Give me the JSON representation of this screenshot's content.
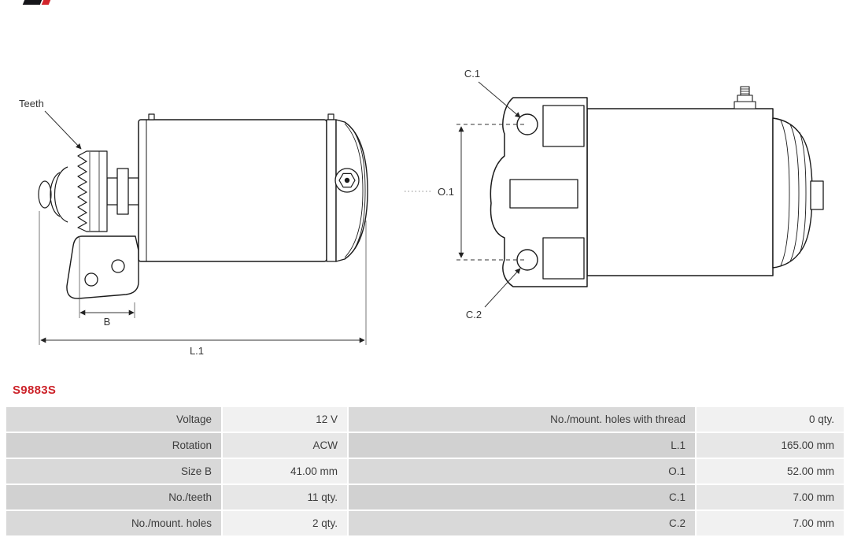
{
  "brand": {
    "logo_icon": "as-pl-logo-mark"
  },
  "part_number": "S9883S",
  "drawing": {
    "side_view": {
      "labels": {
        "teeth": "Teeth",
        "b": "B",
        "l1": "L.1"
      }
    },
    "front_view": {
      "labels": {
        "c1": "C.1",
        "o1": "O.1",
        "c2": "C.2"
      }
    }
  },
  "table": {
    "rows": [
      {
        "label1": "Voltage",
        "value1": "12 V",
        "label2": "No./mount. holes with thread",
        "value2": "0 qty."
      },
      {
        "label1": "Rotation",
        "value1": "ACW",
        "label2": "L.1",
        "value2": "165.00 mm"
      },
      {
        "label1": "Size B",
        "value1": "41.00 mm",
        "label2": "O.1",
        "value2": "52.00 mm"
      },
      {
        "label1": "No./teeth",
        "value1": "11 qty.",
        "label2": "C.1",
        "value2": "7.00 mm"
      },
      {
        "label1": "No./mount. holes",
        "value1": "2 qty.",
        "label2": "C.2",
        "value2": "7.00 mm"
      }
    ]
  },
  "colors": {
    "accent_red": "#cc2229",
    "label_cell": "#d9d9d9",
    "value_cell": "#f1f1f1",
    "line": "#1a1a1a"
  }
}
